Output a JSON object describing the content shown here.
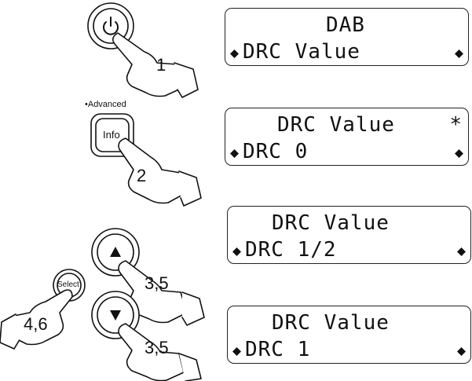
{
  "steps": [
    {
      "button": {
        "label": "",
        "icon": "power-icon"
      },
      "hand_number": "1",
      "display": {
        "line1": "DAB",
        "line2": "DRC Value",
        "star": ""
      }
    },
    {
      "button": {
        "label": "Info",
        "caption": "•Advanced"
      },
      "hand_number": "2",
      "display": {
        "line1": "DRC Value",
        "line2": "DRC 0",
        "star": "*"
      }
    },
    {
      "button": {
        "label": "",
        "icon": "up-arrow-icon"
      },
      "hand_number": "3,5",
      "display": {
        "line1": "DRC Value",
        "line2": "DRC 1/2",
        "star": ""
      }
    },
    {
      "button": {
        "label": "Select"
      },
      "hand_number": "4,6",
      "display": {
        "line1": "DRC Value",
        "line2": "DRC 1",
        "star": ""
      }
    }
  ],
  "down_button": {
    "icon": "down-arrow-icon",
    "hand_number": "3,5"
  },
  "colors": {
    "ink": "#111111",
    "background": "#ffffff"
  }
}
